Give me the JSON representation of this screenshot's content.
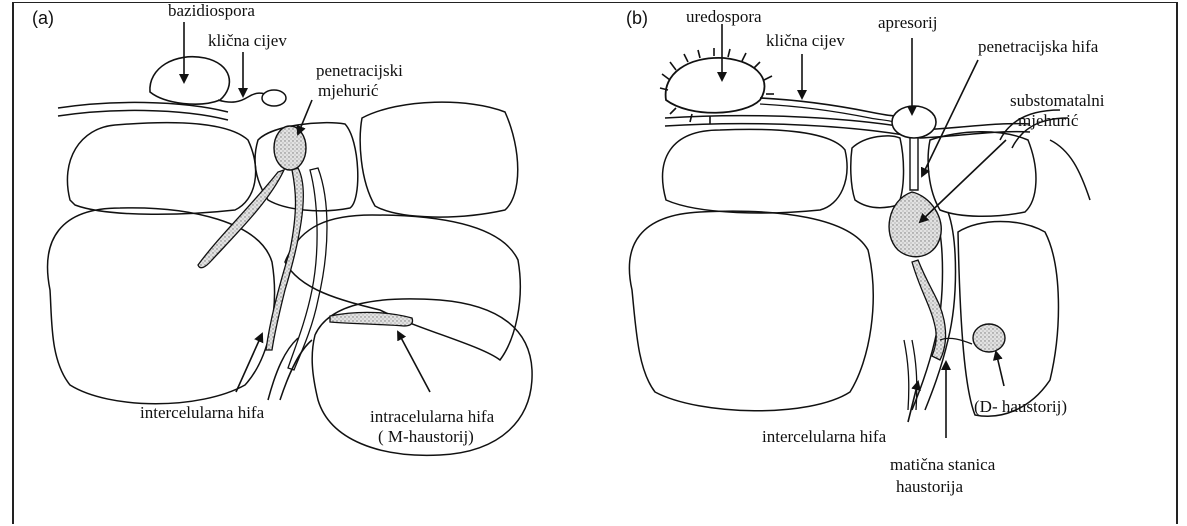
{
  "panel_a": {
    "tag": "(a)",
    "labels": {
      "bazidiospora": "bazidiospora",
      "klicna_cijev": "klična cijev",
      "penetracijski_1": "penetracijski",
      "penetracijski_2": "mjehurić",
      "intercelularna": "intercelularna hifa",
      "intracelularna_1": "intracelularna hifa",
      "intracelularna_2": "( M-haustorij)"
    }
  },
  "panel_b": {
    "tag": "(b)",
    "labels": {
      "uredospora": "uredospora",
      "klicna_cijev": "klična cijev",
      "apresorij": "apresorij",
      "penetracijska_hifa": "penetracijska hifa",
      "substomatalni_1": "substomatalni",
      "substomatalni_2": "mjehurić",
      "intercelularna": "intercelularna hifa",
      "d_haustorij": "(D- haustorij)",
      "maticna_1": "matična stanica",
      "maticna_2": "haustorija"
    }
  }
}
